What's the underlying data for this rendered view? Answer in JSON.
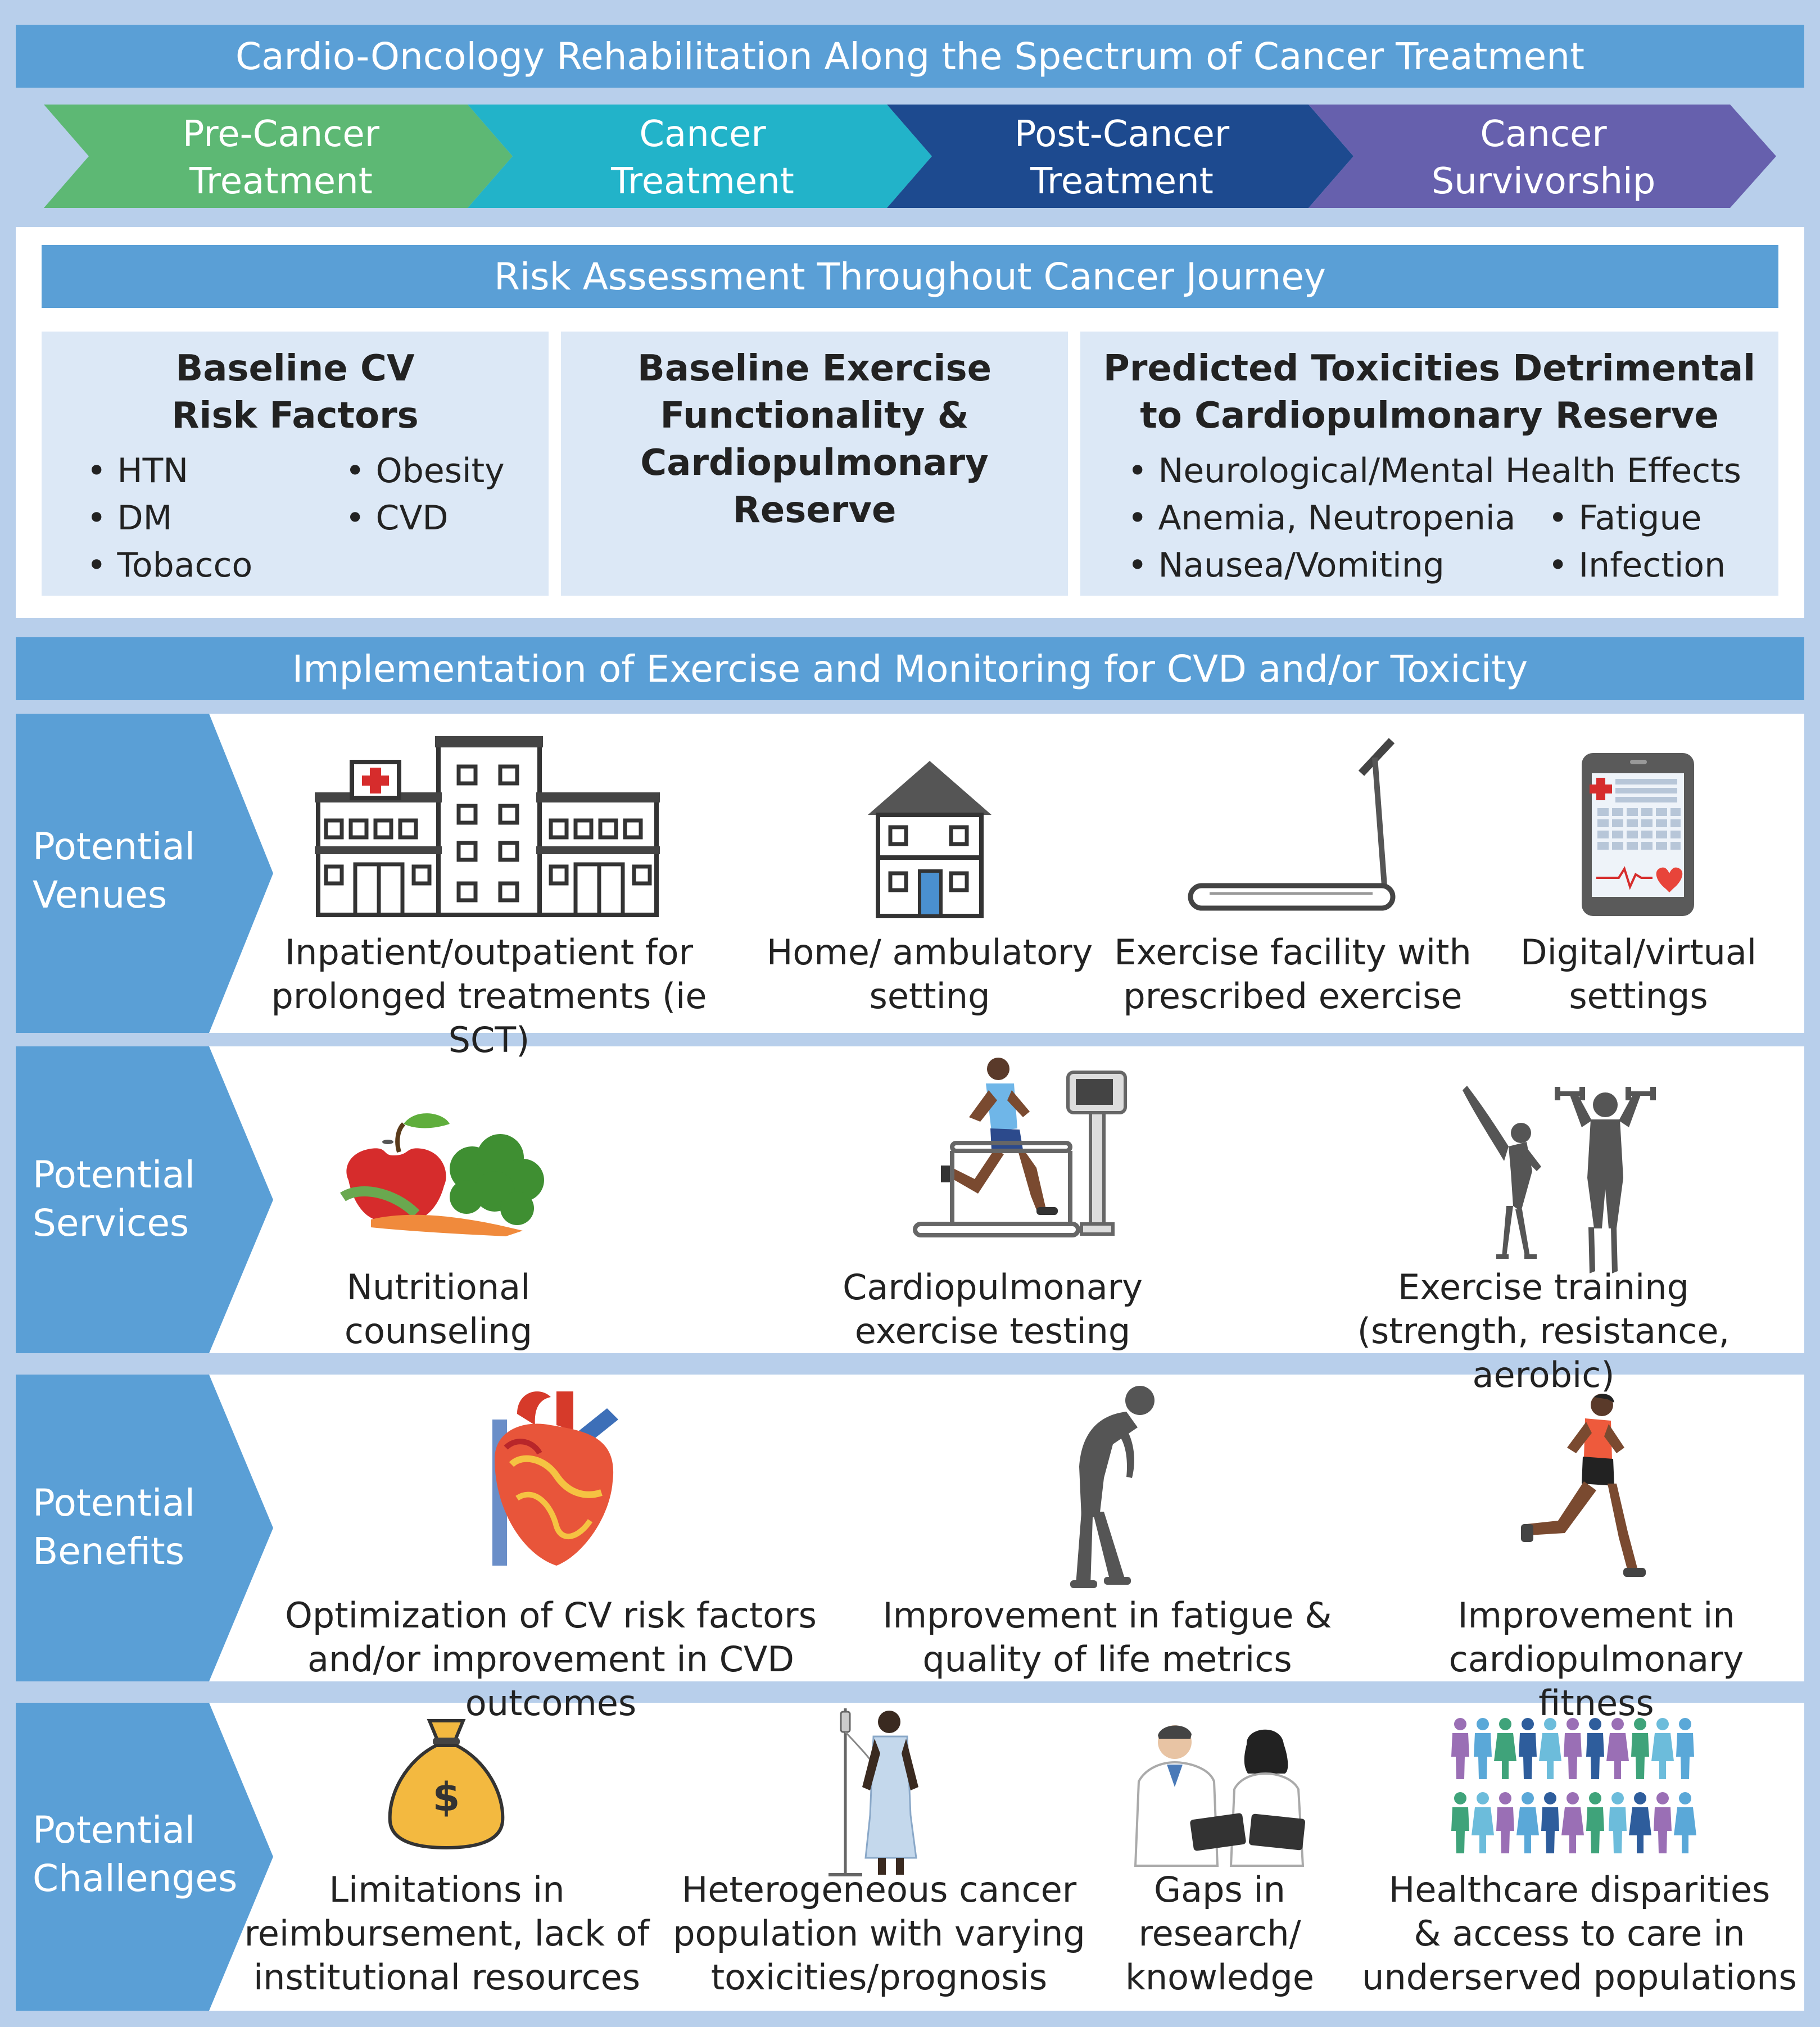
{
  "main_title": "Cardio-Oncology Rehabilitation Along the Spectrum of Cancer Treatment",
  "stages": [
    {
      "label": "Pre-Cancer\nTreatment",
      "color": "#5db874"
    },
    {
      "label": "Cancer\nTreatment",
      "color": "#22b3c9"
    },
    {
      "label": "Post-Cancer\nTreatment",
      "color": "#1d4a8f"
    },
    {
      "label": "Cancer\nSurvivorship",
      "color": "#6660ad"
    }
  ],
  "risk": {
    "title": "Risk Assessment Throughout Cancer Journey",
    "boxes": [
      {
        "title": "Baseline CV\nRisk Factors",
        "bullets": [
          "HTN",
          "Obesity",
          "DM",
          "CVD",
          "Tobacco"
        ]
      },
      {
        "title": "Baseline Exercise\nFunctionality &\nCardiopulmonary\nReserve",
        "bullets": []
      },
      {
        "title": "Predicted Toxicities Detrimental\nto Cardiopulmonary Reserve",
        "bullets": [
          "Neurological/Mental Health Effects",
          "Anemia, Neutropenia",
          "Fatigue",
          "Nausea/Vomiting",
          "Infection"
        ]
      }
    ]
  },
  "implementation_title": "Implementation of Exercise and Monitoring for CVD and/or Toxicity",
  "rows": [
    {
      "label": "Potential\nVenues",
      "items": [
        {
          "icon": "hospital-icon",
          "caption": "Inpatient/outpatient for\nprolonged treatments (ie SCT)"
        },
        {
          "icon": "house-icon",
          "caption": "Home/ ambulatory\nsetting"
        },
        {
          "icon": "treadmill-icon",
          "caption": "Exercise facility with\nprescribed exercise"
        },
        {
          "icon": "tablet-icon",
          "caption": "Digital/virtual\nsettings"
        }
      ]
    },
    {
      "label": "Potential\nServices",
      "items": [
        {
          "icon": "fruit-vegetables-icon",
          "caption": "Nutritional\ncounseling"
        },
        {
          "icon": "treadmill-runner-icon",
          "caption": "Cardiopulmonary\nexercise testing"
        },
        {
          "icon": "exercising-figures-icon",
          "caption": "Exercise training\n(strength, resistance, aerobic)"
        }
      ]
    },
    {
      "label": "Potential\nBenefits",
      "items": [
        {
          "icon": "heart-icon",
          "caption": "Optimization of CV risk factors\nand/or improvement in CVD outcomes"
        },
        {
          "icon": "tired-person-icon",
          "caption": "Improvement in fatigue &\nquality of life metrics"
        },
        {
          "icon": "runner-icon",
          "caption": "Improvement in\ncardiopulmonary fitness"
        }
      ]
    },
    {
      "label": "Potential\nChallenges",
      "items": [
        {
          "icon": "money-bag-icon",
          "caption": "Limitations in\nreimbursement, lack of\ninstitutional resources"
        },
        {
          "icon": "patient-iv-icon",
          "caption": "Heterogeneous cancer\npopulation with varying\ntoxicities/prognosis"
        },
        {
          "icon": "doctors-icon",
          "caption": "Gaps in\nresearch/\nknowledge"
        },
        {
          "icon": "people-group-icon",
          "caption": "Healthcare disparities\n& access to care in\nunderserved populations"
        }
      ]
    }
  ],
  "colors": {
    "background": "#b8cfeb",
    "banner": "#5a9fd6",
    "box": "#dce8f6",
    "row_label": "#5a9fd6"
  }
}
